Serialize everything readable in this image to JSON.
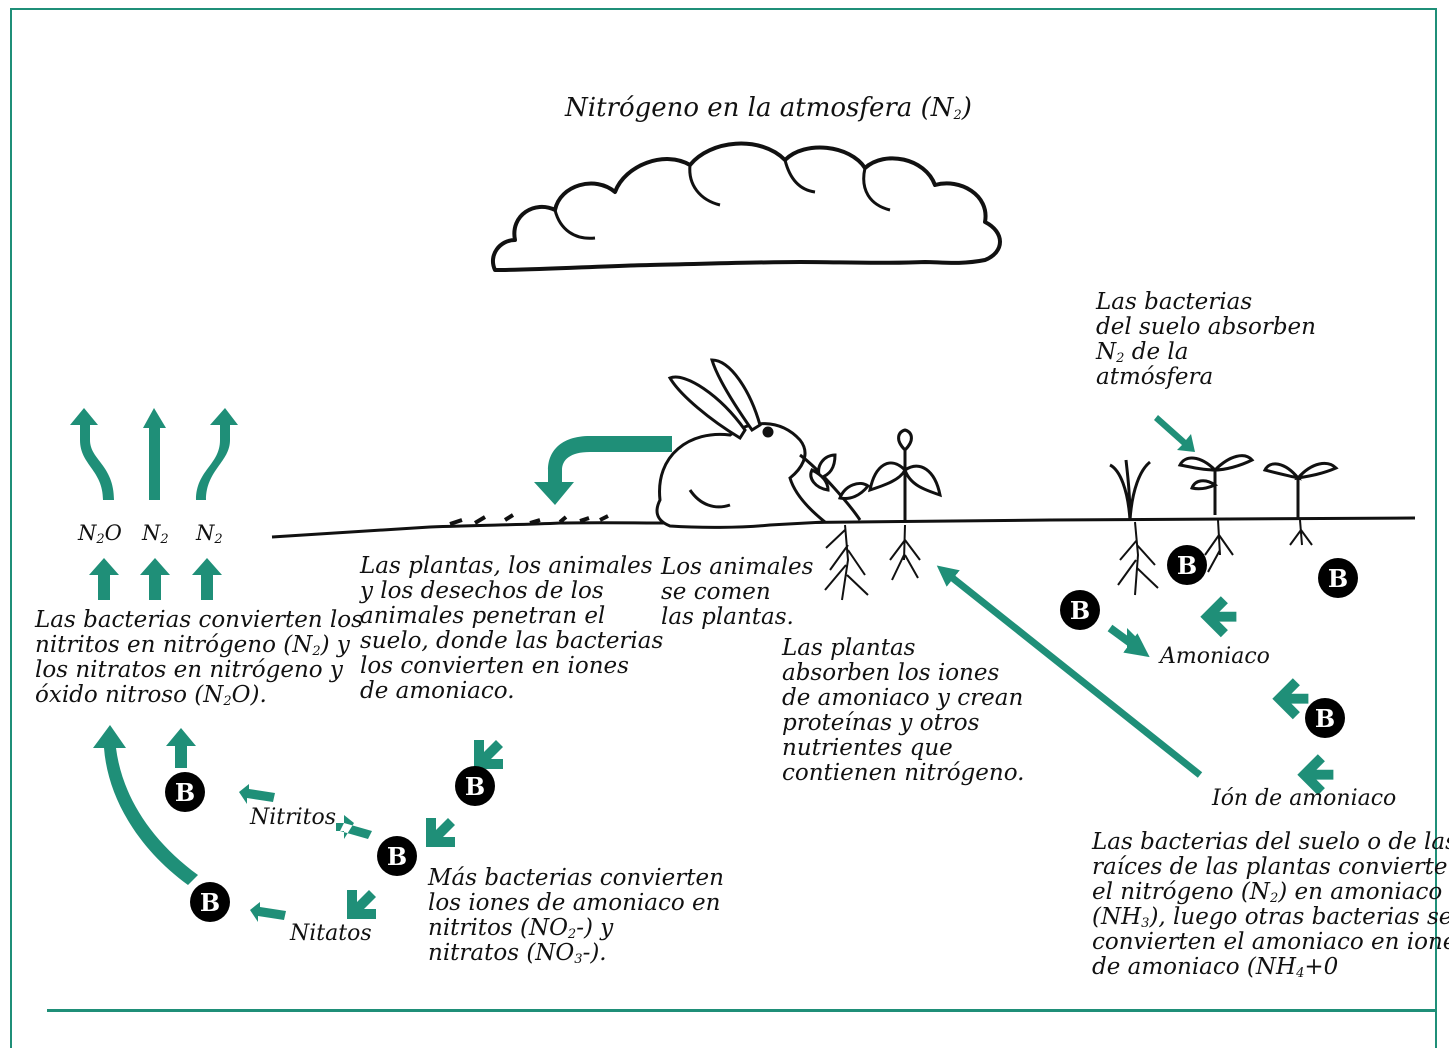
{
  "title": {
    "text": "Nitrógeno en la atmosfera (N",
    "sub": "2",
    "end": ")"
  },
  "gases": [
    {
      "main": "N",
      "sub": "2",
      "end": "O"
    },
    {
      "main": "N",
      "sub": "2",
      "end": ""
    },
    {
      "main": "N",
      "sub": "2",
      "end": ""
    }
  ],
  "bacteria_letter": "B",
  "labels": {
    "nitritos": "Nitritos",
    "nitratos": "Nitatos",
    "amoniaco": "Amoniaco",
    "ion_amoniaco": "Ión de amoniaco"
  },
  "captions": {
    "denitrification": {
      "l1": "Las bacterias convierten los",
      "l2a": "nitritos en nitrógeno (N",
      "l2s": "2",
      "l2b": ") y",
      "l3": "los nitratos en nitrógeno y",
      "l4a": "óxido nitroso (N",
      "l4s": "2",
      "l4b": "O)."
    },
    "decomposition": {
      "l1": "Las plantas, los animales",
      "l2": "y los desechos de los",
      "l3": "animales penetran el",
      "l4": "suelo, donde las bacterias",
      "l5": "los convierten en iones",
      "l6": "de amoniaco."
    },
    "animals": {
      "l1": "Los animales",
      "l2": "se comen",
      "l3": "las plantas."
    },
    "plants": {
      "l1": "Las plantas",
      "l2": "absorben los iones",
      "l3": "de amoniaco y crean",
      "l4": "proteínas y otros",
      "l5": "nutrientes que",
      "l6": "contienen nitrógeno."
    },
    "fixation": {
      "l1": "Las bacterias",
      "l2": "del suelo absorben",
      "l3a": "N",
      "l3s": "2",
      "l3b": " de la",
      "l4": "atmósfera"
    },
    "nitrification": {
      "l1": "Más bacterias convierten",
      "l2": "los iones de amoniaco en",
      "l3a": "nitritos (NO",
      "l3s": "2",
      "l3b": "-) y",
      "l4a": "nitratos (NO",
      "l4s": "3",
      "l4b": "-)."
    },
    "ammonification": {
      "l1": "Las bacterias del suelo o de las",
      "l2": "raíces de las plantas convierten",
      "l3": "el nitrógeno (N",
      "l3s": "2",
      "l3b": ") en amoniaco",
      "l4a": "(NH",
      "l4s": "3",
      "l4b": "), luego otras bacterias se",
      "l5": "convierten el amoniaco en iones",
      "l6a": "de amoniaco (NH",
      "l6s": "4",
      "l6b": "+0"
    }
  },
  "colors": {
    "arrow": "#1f8f78",
    "frame": "#1f8f78",
    "bacteria": "#000000",
    "text": "#111111"
  }
}
